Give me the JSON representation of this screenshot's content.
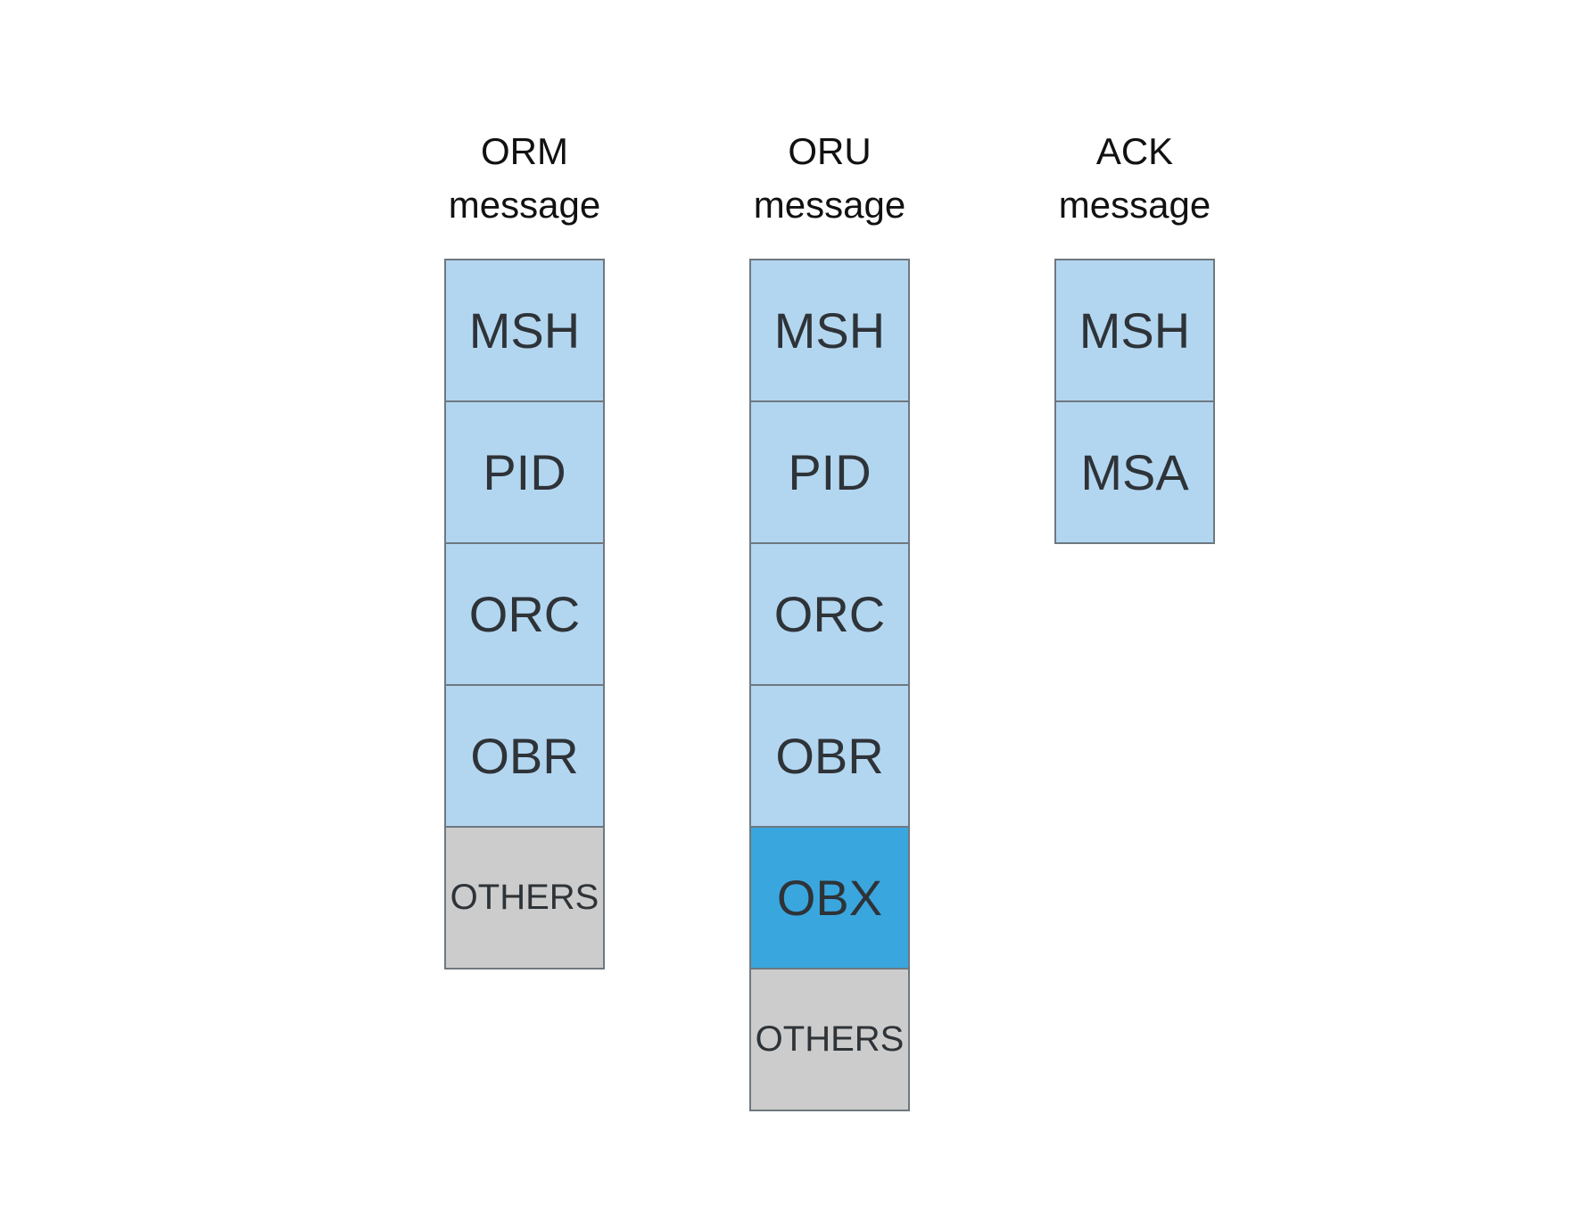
{
  "colors": {
    "segment": "#b3d6f0",
    "highlight": "#3aa6de",
    "others": "#cccccc",
    "border": "#6e7880"
  },
  "columns": [
    {
      "title_line1": "ORM",
      "title_line2": "message",
      "segments": [
        {
          "label": "MSH",
          "kind": "segment"
        },
        {
          "label": "PID",
          "kind": "segment"
        },
        {
          "label": "ORC",
          "kind": "segment"
        },
        {
          "label": "OBR",
          "kind": "segment"
        },
        {
          "label": "OTHERS",
          "kind": "others"
        }
      ]
    },
    {
      "title_line1": "ORU",
      "title_line2": "message",
      "segments": [
        {
          "label": "MSH",
          "kind": "segment"
        },
        {
          "label": "PID",
          "kind": "segment"
        },
        {
          "label": "ORC",
          "kind": "segment"
        },
        {
          "label": "OBR",
          "kind": "segment"
        },
        {
          "label": "OBX",
          "kind": "highlight"
        },
        {
          "label": "OTHERS",
          "kind": "others"
        }
      ]
    },
    {
      "title_line1": "ACK",
      "title_line2": "message",
      "segments": [
        {
          "label": "MSH",
          "kind": "segment"
        },
        {
          "label": "MSA",
          "kind": "segment"
        }
      ]
    }
  ]
}
